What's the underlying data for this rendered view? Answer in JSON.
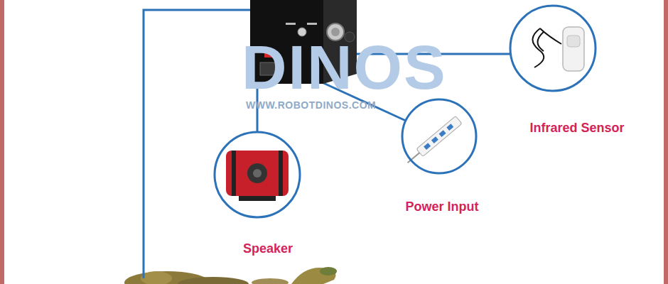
{
  "diagram": {
    "nodes": [
      {
        "text": [
          "Infrared Sensor"
        ]
      },
      {
        "text": [
          "Power Input"
        ]
      },
      {
        "text": [
          "Speaker"
        ]
      }
    ],
    "labels": [
      "DINOS",
      "WWW.ROBOTDINOS.COM"
    ]
  }
}
